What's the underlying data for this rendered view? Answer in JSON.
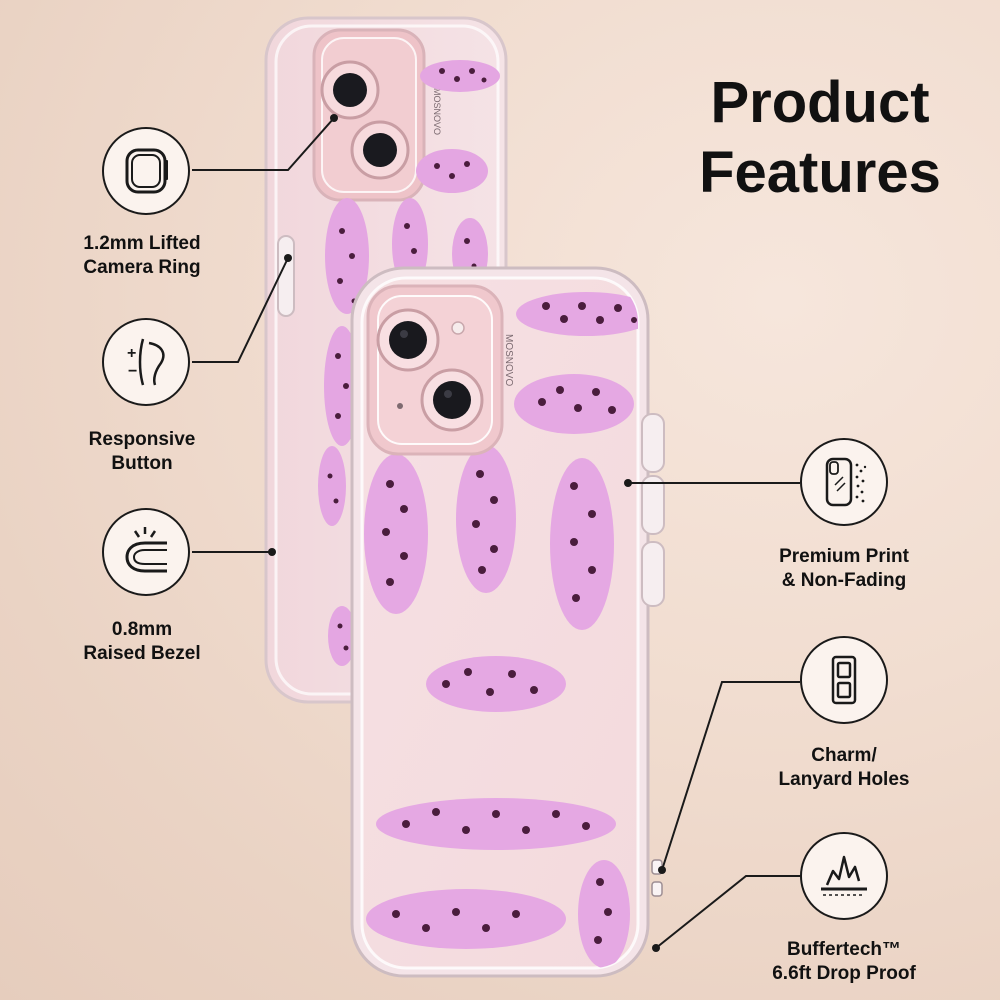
{
  "title": {
    "line1": "Product",
    "line2": "Features"
  },
  "features": {
    "camera_ring": {
      "line1": "1.2mm Lifted",
      "line2": "Camera Ring",
      "icon": "lifted-camera-ring-icon"
    },
    "button": {
      "line1": "Responsive",
      "line2": "Button",
      "icon": "responsive-button-icon"
    },
    "bezel": {
      "line1": "0.8mm",
      "line2": "Raised Bezel",
      "icon": "raised-bezel-icon"
    },
    "print": {
      "line1": "Premium Print",
      "line2": "& Non-Fading",
      "icon": "premium-print-icon"
    },
    "charm": {
      "line1": "Charm/",
      "line2": "Lanyard Holes",
      "icon": "charm-lanyard-holes-icon"
    },
    "drop": {
      "line1": "Buffertech™",
      "line2": "6.6ft Drop Proof",
      "icon": "drop-proof-icon"
    }
  },
  "brand": {
    "mark": "MOSNOVO"
  },
  "colors": {
    "phone_pink": "#f2cfd2",
    "case_clear": "#f7e9ec",
    "leopard_body": "#e6a6e4",
    "leopard_spots": "#4a1d3d",
    "outline": "#1a1a1a"
  }
}
